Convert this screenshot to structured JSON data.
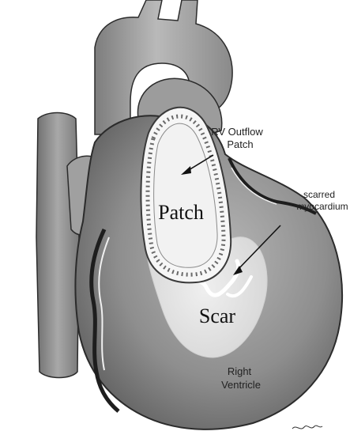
{
  "labels": {
    "rv_outflow_line1": "RV Outflow",
    "rv_outflow_line2": "Patch",
    "scarred_line1": "scarred",
    "scarred_line2": "myocardium",
    "patch": "Patch",
    "scar": "Scar",
    "right_line1": "Right",
    "right_line2": "Ventricle"
  },
  "colors": {
    "heart_fill": "#8f8f8f",
    "heart_shadow": "#6a6a6a",
    "patch_fill": "#f3f3f3",
    "scar_fill": "#e2e2e2",
    "outline": "#2b2b2b"
  }
}
